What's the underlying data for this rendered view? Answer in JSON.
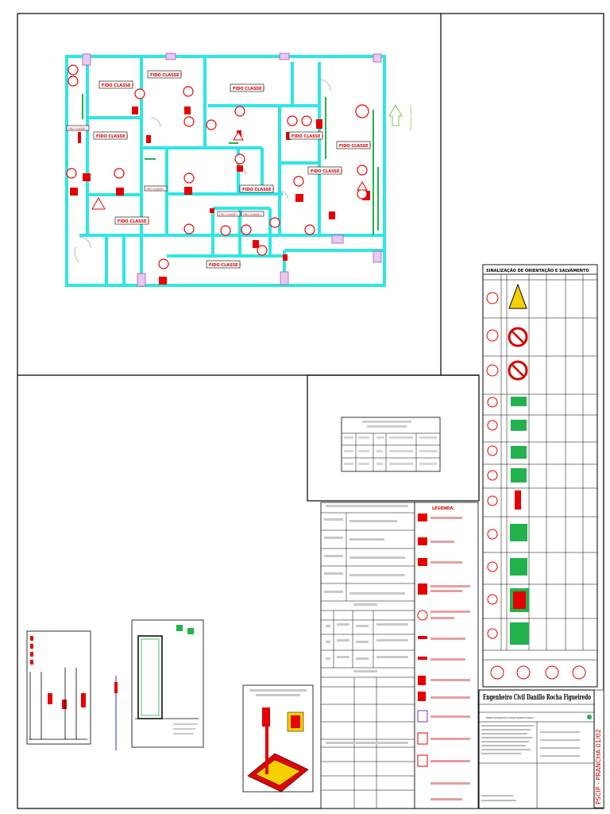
{
  "plan": {
    "room_tag": "FIDO CLASSE I",
    "access_note": "ACESSO PRINCIPAL"
  },
  "signage_table": {
    "title": "SINALIZAÇÃO DE ORIENTAÇÃO E SALVAMENTO"
  },
  "title_block": {
    "engineer": "Engenheiro Civil Danillo Rocha Figueiredo",
    "project": "PROJETO DE PROTEÇÃO CONTRA INCÊNDIO E PÂNICO",
    "sheet_label": "PSCIP - PRANCHA 01/02"
  },
  "legend": {
    "title": "LEGENDA:"
  },
  "colors": {
    "wall": "#2ee6e6",
    "sign_red": "#e60000",
    "exit_green": "#22b24c",
    "door_magenta": "#c98ad6",
    "sheet_border": "#000000"
  }
}
